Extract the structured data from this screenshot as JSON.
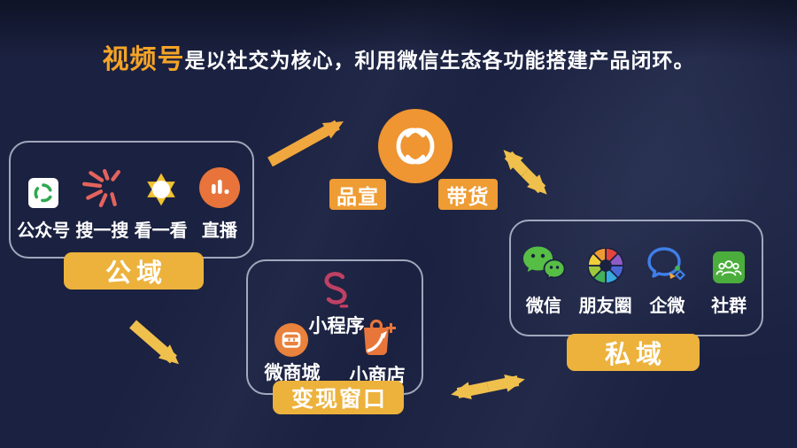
{
  "title": {
    "highlight": "视频号",
    "rest": "是以社交为核心，利用微信生态各功能搭建产品闭环。"
  },
  "hub": {
    "icon": "wechat-channels-icon",
    "tags": [
      {
        "label": "品宣"
      },
      {
        "label": "带货"
      }
    ]
  },
  "panels": {
    "public": {
      "badge": "公域",
      "items": [
        {
          "label": "公众号",
          "icon": "official-account-icon"
        },
        {
          "label": "搜一搜",
          "icon": "search-burst-icon"
        },
        {
          "label": "看一看",
          "icon": "top-stories-icon"
        },
        {
          "label": "直播",
          "icon": "live-icon"
        }
      ]
    },
    "monetize": {
      "badge": "变现窗口",
      "items": [
        {
          "label": "小程序",
          "icon": "mini-program-icon"
        },
        {
          "label": "微商城",
          "icon": "micro-mall-icon"
        },
        {
          "label": "小商店",
          "icon": "mini-shop-icon"
        }
      ]
    },
    "private": {
      "badge": "私域",
      "items": [
        {
          "label": "微信",
          "icon": "wechat-icon"
        },
        {
          "label": "朋友圈",
          "icon": "moments-icon"
        },
        {
          "label": "企微",
          "icon": "wecom-icon"
        },
        {
          "label": "社群",
          "icon": "community-icon"
        }
      ]
    }
  },
  "colors": {
    "background": "#1B2140",
    "hub_orange": "#EF9531",
    "tag_orange": "#EE9C33",
    "badge_gold": "#ECB23C",
    "arrow_gold": "#EFC04C",
    "arrow_orange": "#F0A73D",
    "title_highlight": "#F5A427"
  }
}
